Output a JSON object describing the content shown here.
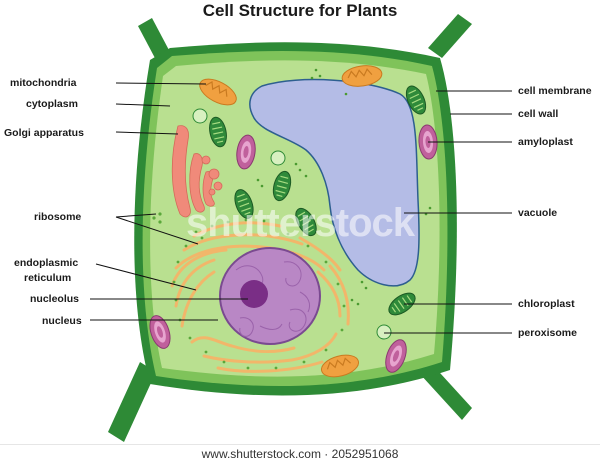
{
  "title": "Cell Structure for Plants",
  "labels": {
    "mitochondria": "mitochondria",
    "cytoplasm": "cytoplasm",
    "golgi": "Golgi apparatus",
    "ribosome": "ribosome",
    "er_line1": "endoplasmic",
    "er_line2": "reticulum",
    "nucleolus": "nucleolus",
    "nucleus": "nucleus",
    "cell_membrane": "cell membrane",
    "cell_wall": "cell wall",
    "amyloplast": "amyloplast",
    "vacuole": "vacuole",
    "chloroplast": "chloroplast",
    "peroxisome": "peroxisome"
  },
  "watermark": "shutterstock",
  "footer": "www.shutterstock.com · 2052951068",
  "colors": {
    "cell_wall": "#2e8a36",
    "cytoplasm": "#b9e090",
    "membrane": "#7fc35a",
    "vacuole": "#b4bce6",
    "nucleus": "#b987c5",
    "nucleolus": "#7a2e86",
    "er": "#f2b66a",
    "golgi": "#f08a7a",
    "mitochondria": "#f0a040",
    "amyloplast": "#c0609c",
    "chloroplast": "#2f8a3a"
  }
}
